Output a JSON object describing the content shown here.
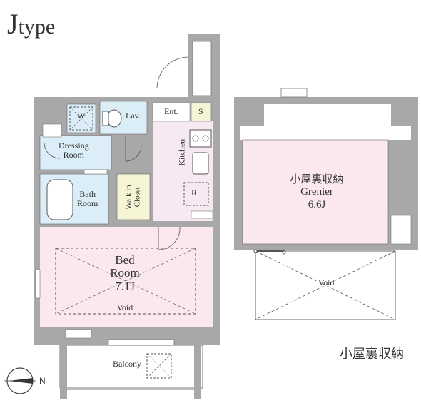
{
  "header": {
    "type_letter": "J",
    "type_suffix": "type"
  },
  "unit_plan": {
    "rooms": {
      "washer": "W",
      "lavatory": "Lav.",
      "dressing_room": [
        "Dressing",
        "Room"
      ],
      "bath_room": [
        "Bath",
        "Room"
      ],
      "walk_in_closet": [
        "Walk in",
        "Closet"
      ],
      "kitchen": "Kitchen",
      "entrance": "Ent.",
      "shoe_storage": "S",
      "refrigerator": "R",
      "bedroom": [
        "Bed",
        "Room",
        "7.1J"
      ],
      "bedroom_void": "Void",
      "balcony": "Balcony"
    }
  },
  "loft_plan": {
    "name_jp": "小屋裏収納",
    "name_fr": "Grenier",
    "area": "6.6J",
    "void_label": "Void"
  },
  "caption": "小屋裏収納",
  "compass": {
    "north_label": "N"
  },
  "colors": {
    "wall": "#a8a8a8",
    "wet_area": "#dbeef7",
    "bedroom": "#fbe8ef",
    "kitchen": "#f6e9f1",
    "closet": "#f5f4d4",
    "line": "#555555"
  }
}
